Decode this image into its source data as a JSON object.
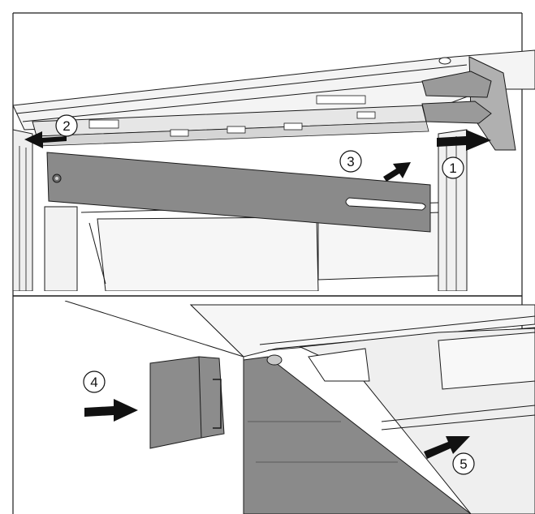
{
  "colors": {
    "panel_dark": "#8a8a8a",
    "panel_mid": "#a4a4a4",
    "panel_light": "#c8c8c8",
    "surface": "#e2e2e2",
    "line": "#1a1a1a",
    "background": "#ffffff"
  },
  "steps": {
    "s1": "1",
    "s2": "2",
    "s3": "3",
    "s4": "4",
    "s5": "5"
  },
  "icons": [
    "arrow-right-icon",
    "arrow-left-icon",
    "arrow-up-right-icon"
  ]
}
